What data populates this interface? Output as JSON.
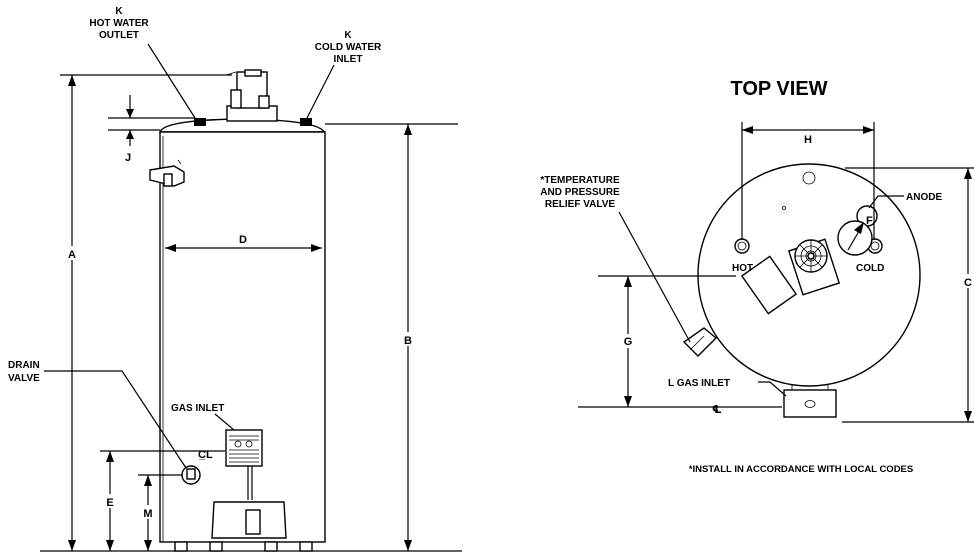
{
  "labels": {
    "k_hot_letter": "K",
    "k_hot_line1": "HOT WATER",
    "k_hot_line2": "OUTLET",
    "k_cold_letter": "K",
    "k_cold_line1": "COLD WATER",
    "k_cold_line2": "INLET",
    "drain_line1": "DRAIN",
    "drain_line2": "VALVE",
    "gas_inlet_side": "GAS INLET",
    "top_view": "TOP VIEW",
    "trv_line1": "*TEMPERATURE",
    "trv_line2": "AND PRESSURE",
    "trv_line3": "RELIEF VALVE",
    "anode": "ANODE",
    "hot": "HOT",
    "cold": "COLD",
    "gas_inlet_top": "L  GAS INLET",
    "note": "*INSTALL IN ACCORDANCE WITH LOCAL CODES"
  },
  "dimensions": {
    "A": "A",
    "B": "B",
    "C": "C",
    "D": "D",
    "E": "E",
    "F": "F",
    "G": "G",
    "H": "H",
    "J": "J",
    "M": "M",
    "centerline_side": "C̲L",
    "centerline_top": "℄"
  }
}
